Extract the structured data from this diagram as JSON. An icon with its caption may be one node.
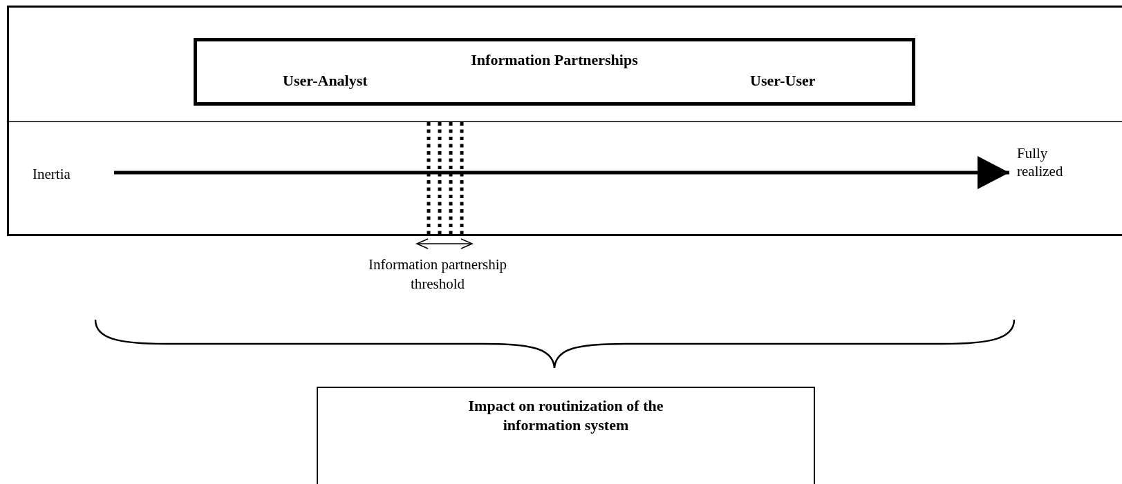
{
  "diagram": {
    "nodes": [
      {
        "text": [],
        "shape": "box"
      },
      {
        "text": [
          "Information Partnerships",
          "User-Analyst",
          "User-User"
        ],
        "in": 0
      },
      {
        "text": [
          "Inertia"
        ],
        "in": 0
      },
      {
        "text": [
          "Fully realized"
        ],
        "in": 0
      },
      {
        "text": [
          "Impact on routinization of the information system"
        ]
      }
    ],
    "edges": [
      {
        "from": 2,
        "to": 3,
        "arrow": "to"
      }
    ],
    "labels": [
      "Information partnership threshold"
    ]
  }
}
